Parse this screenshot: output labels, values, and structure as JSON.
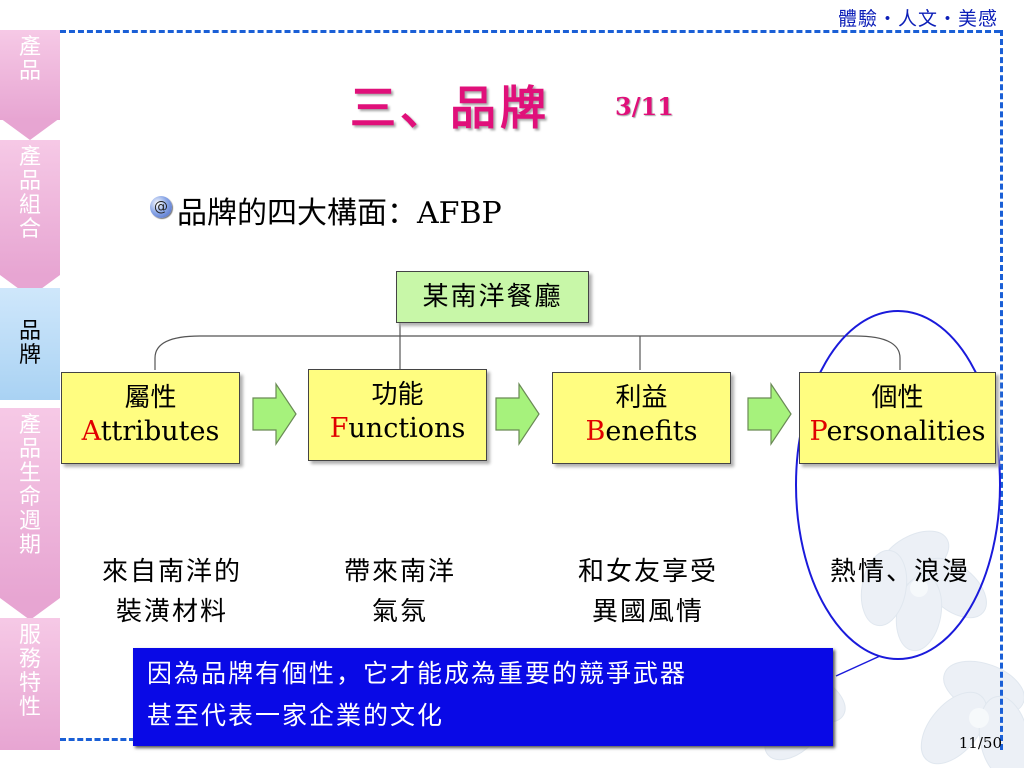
{
  "header": {
    "slogan": "體驗・人文・美感"
  },
  "nav": [
    {
      "label": "產品",
      "active": false
    },
    {
      "label": "產品組合",
      "active": false
    },
    {
      "label": "品牌",
      "active": true
    },
    {
      "label": "產品生命週期",
      "active": false
    },
    {
      "label": "服務特性",
      "active": false
    }
  ],
  "title": {
    "main": "三、品牌",
    "page": "3/11"
  },
  "bullet": {
    "icon": "at-sign-bullet-icon",
    "text": "品牌的四大構面：AFBP"
  },
  "diagram": {
    "root": "某南洋餐廳",
    "nodes": [
      {
        "zh": "屬性",
        "initial": "A",
        "rest": "ttributes",
        "desc_lines": [
          "來自南洋的",
          "裝潢材料"
        ]
      },
      {
        "zh": "功能",
        "initial": "F",
        "rest": "unctions",
        "desc_lines": [
          "帶來南洋",
          "氣氛"
        ]
      },
      {
        "zh": "利益",
        "initial": "B",
        "rest": "enefits",
        "desc_lines": [
          "和女友享受",
          "異國風情"
        ]
      },
      {
        "zh": "個性",
        "initial": "P",
        "rest": "ersonalities",
        "desc_lines": [
          "熱情、浪漫"
        ]
      }
    ]
  },
  "note": {
    "lines": [
      "因為品牌有個性，它才能成為重要的競爭武器",
      "甚至代表一家企業的文化"
    ]
  },
  "footer": {
    "page_number": "11/50"
  },
  "colors": {
    "title": "#e0107a",
    "frame": "#1a5fd6",
    "root_box": "#c8f7a8",
    "node_box": "#fffd80",
    "note_bg": "#0909e6",
    "arrow": "#a6f27c",
    "ellipse": "#1a1adb"
  }
}
